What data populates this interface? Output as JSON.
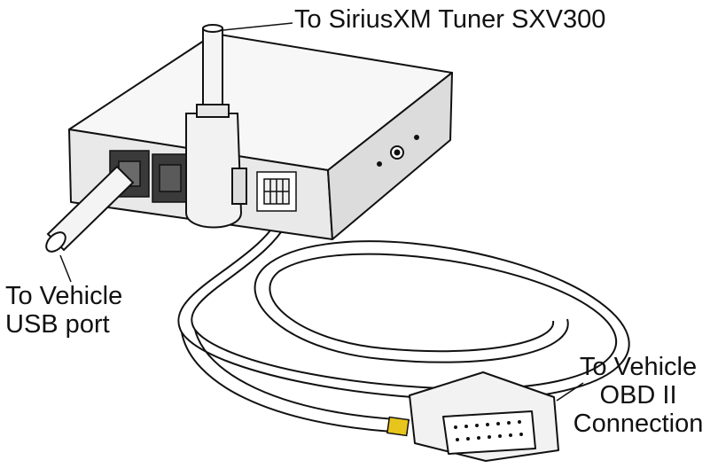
{
  "labels": {
    "tuner": "To SiriusXM Tuner SXV300",
    "usb_line1": "To Vehicle",
    "usb_line2": "USB port",
    "obd_line1": "To Vehicle",
    "obd_line2": "OBD II",
    "obd_line3": "Connection"
  },
  "colors": {
    "outline": "#111111",
    "box_top": "#f7f7f7",
    "box_front": "#e9e9e9",
    "box_side": "#dcdcdc",
    "connector_dark": "#3a3a3a",
    "accent_yellow": "#e8c51c"
  }
}
